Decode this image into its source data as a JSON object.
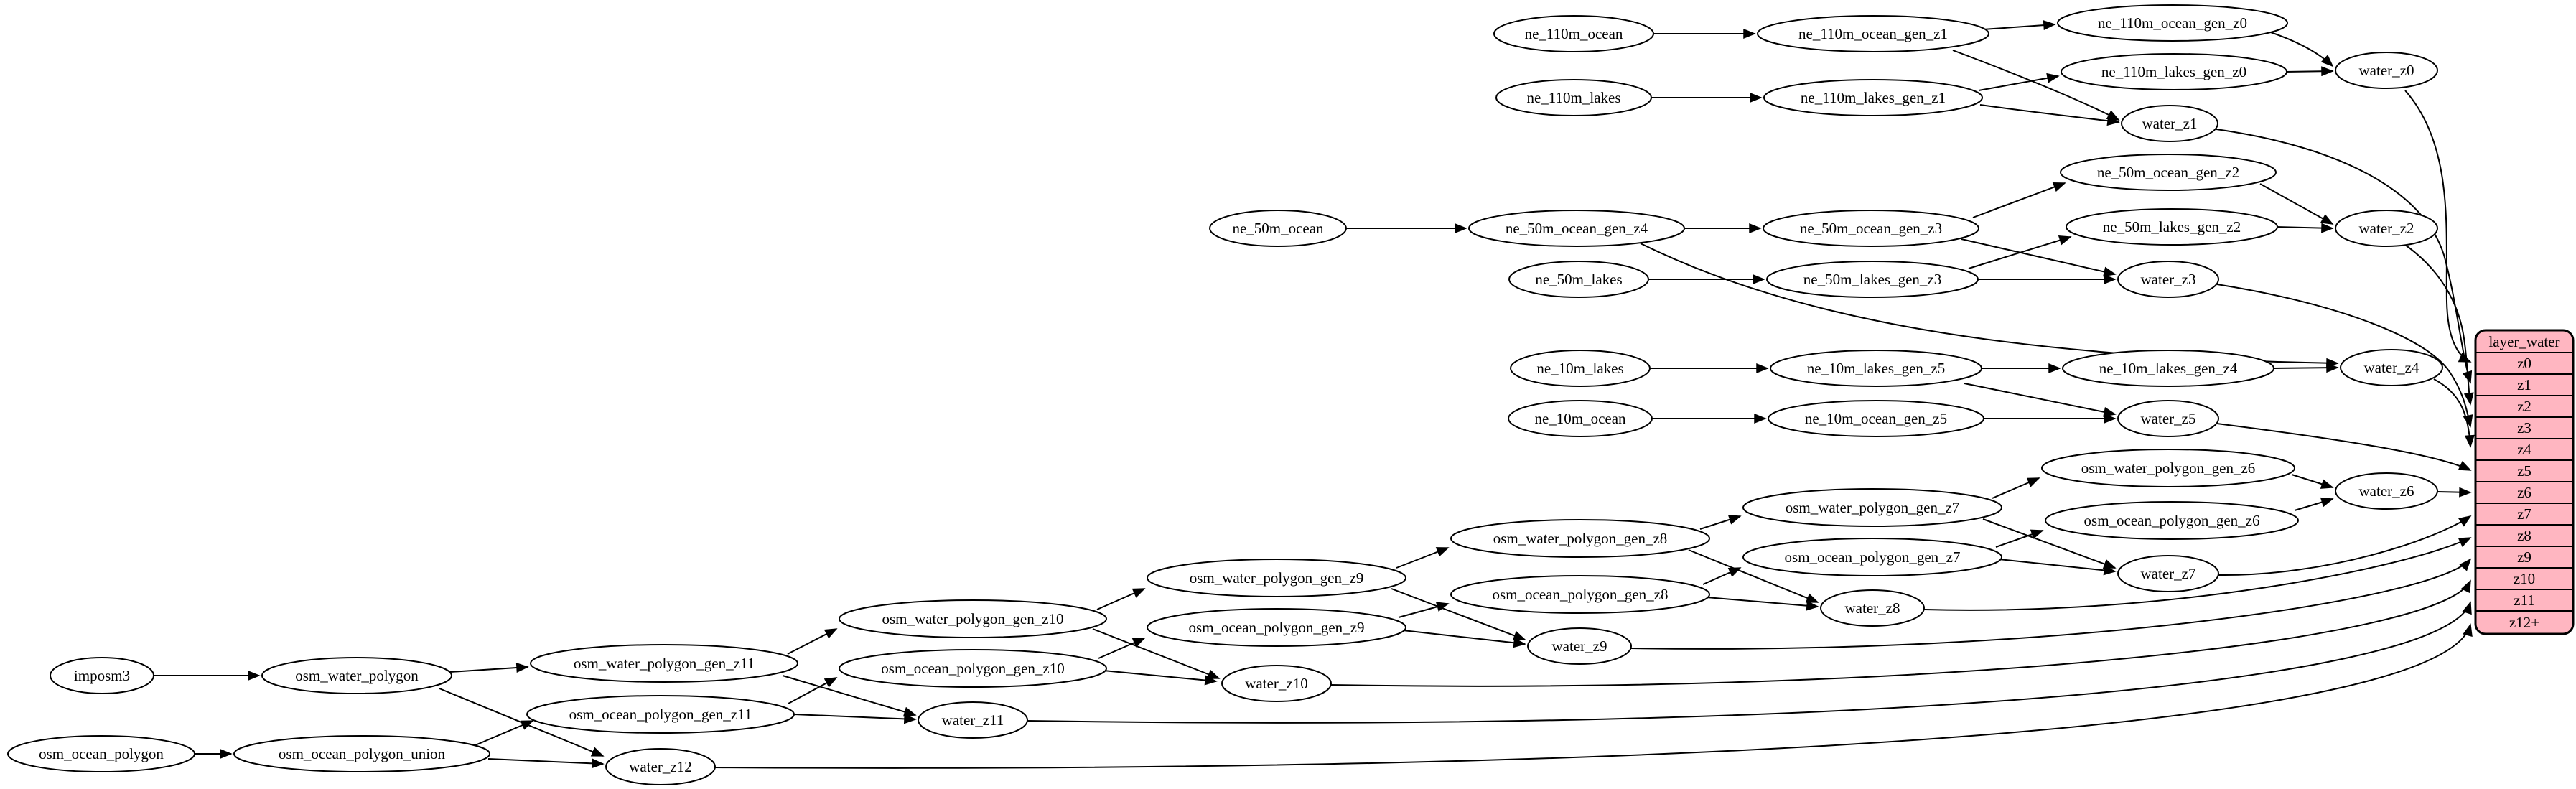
{
  "nodes": {
    "imposm3": "imposm3",
    "osm_water_polygon": "osm_water_polygon",
    "osm_ocean_polygon": "osm_ocean_polygon",
    "osm_ocean_polygon_union": "osm_ocean_polygon_union",
    "osm_water_polygon_gen_z11": "osm_water_polygon_gen_z11",
    "osm_ocean_polygon_gen_z11": "osm_ocean_polygon_gen_z11",
    "osm_water_polygon_gen_z10": "osm_water_polygon_gen_z10",
    "osm_ocean_polygon_gen_z10": "osm_ocean_polygon_gen_z10",
    "osm_water_polygon_gen_z9": "osm_water_polygon_gen_z9",
    "osm_ocean_polygon_gen_z9": "osm_ocean_polygon_gen_z9",
    "osm_water_polygon_gen_z8": "osm_water_polygon_gen_z8",
    "osm_ocean_polygon_gen_z8": "osm_ocean_polygon_gen_z8",
    "osm_water_polygon_gen_z7": "osm_water_polygon_gen_z7",
    "osm_ocean_polygon_gen_z7": "osm_ocean_polygon_gen_z7",
    "osm_water_polygon_gen_z6": "osm_water_polygon_gen_z6",
    "osm_ocean_polygon_gen_z6": "osm_ocean_polygon_gen_z6",
    "ne_110m_ocean": "ne_110m_ocean",
    "ne_110m_lakes": "ne_110m_lakes",
    "ne_110m_ocean_gen_z1": "ne_110m_ocean_gen_z1",
    "ne_110m_lakes_gen_z1": "ne_110m_lakes_gen_z1",
    "ne_110m_ocean_gen_z0": "ne_110m_ocean_gen_z0",
    "ne_110m_lakes_gen_z0": "ne_110m_lakes_gen_z0",
    "ne_50m_ocean": "ne_50m_ocean",
    "ne_50m_lakes": "ne_50m_lakes",
    "ne_50m_ocean_gen_z4": "ne_50m_ocean_gen_z4",
    "ne_50m_ocean_gen_z3": "ne_50m_ocean_gen_z3",
    "ne_50m_lakes_gen_z3": "ne_50m_lakes_gen_z3",
    "ne_50m_ocean_gen_z2": "ne_50m_ocean_gen_z2",
    "ne_50m_lakes_gen_z2": "ne_50m_lakes_gen_z2",
    "ne_10m_lakes": "ne_10m_lakes",
    "ne_10m_ocean": "ne_10m_ocean",
    "ne_10m_lakes_gen_z5": "ne_10m_lakes_gen_z5",
    "ne_10m_ocean_gen_z5": "ne_10m_ocean_gen_z5",
    "ne_10m_lakes_gen_z4": "ne_10m_lakes_gen_z4",
    "water_z0": "water_z0",
    "water_z1": "water_z1",
    "water_z2": "water_z2",
    "water_z3": "water_z3",
    "water_z4": "water_z4",
    "water_z5": "water_z5",
    "water_z6": "water_z6",
    "water_z7": "water_z7",
    "water_z8": "water_z8",
    "water_z9": "water_z9",
    "water_z10": "water_z10",
    "water_z11": "water_z11",
    "water_z12": "water_z12"
  },
  "record": {
    "title": "layer_water",
    "rows": [
      "z0",
      "z1",
      "z2",
      "z3",
      "z4",
      "z5",
      "z6",
      "z7",
      "z8",
      "z9",
      "z10",
      "z11",
      "z12+"
    ]
  },
  "colors": {
    "record_fill": "#ffb6c1",
    "record_stroke": "#000000",
    "node_fill": "#ffffff",
    "node_stroke": "#000000",
    "edge": "#000000",
    "background": "#ffffff"
  }
}
